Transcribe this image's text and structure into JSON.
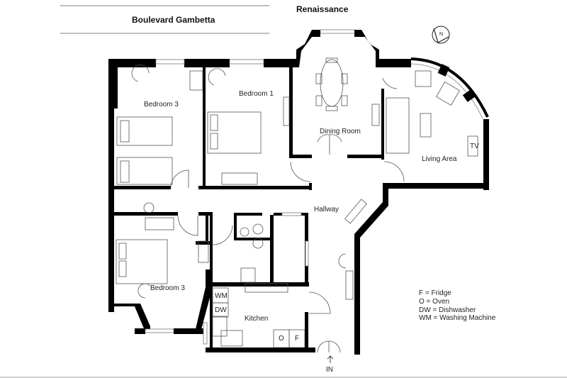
{
  "header": {
    "street_label": "Boulevard Gambetta",
    "building_label": "Renaissance",
    "compass_label": "N"
  },
  "rooms": {
    "bedroom_3_top": "Bedroom 3",
    "bedroom_1": "Bedroom 1",
    "dining_room": "Dining Room",
    "living_area": "Living Area",
    "tv": "TV",
    "hallway": "Hallway",
    "bedroom_3_bottom": "Bedroom 3",
    "kitchen": "Kitchen"
  },
  "appliances": {
    "wm": "WM",
    "dw": "DW",
    "oven": "O",
    "fridge": "F"
  },
  "entrance_label": "IN",
  "legend": [
    "F = Fridge",
    "O = Oven",
    "DW = Dishwasher",
    "WM = Washing Machine"
  ]
}
